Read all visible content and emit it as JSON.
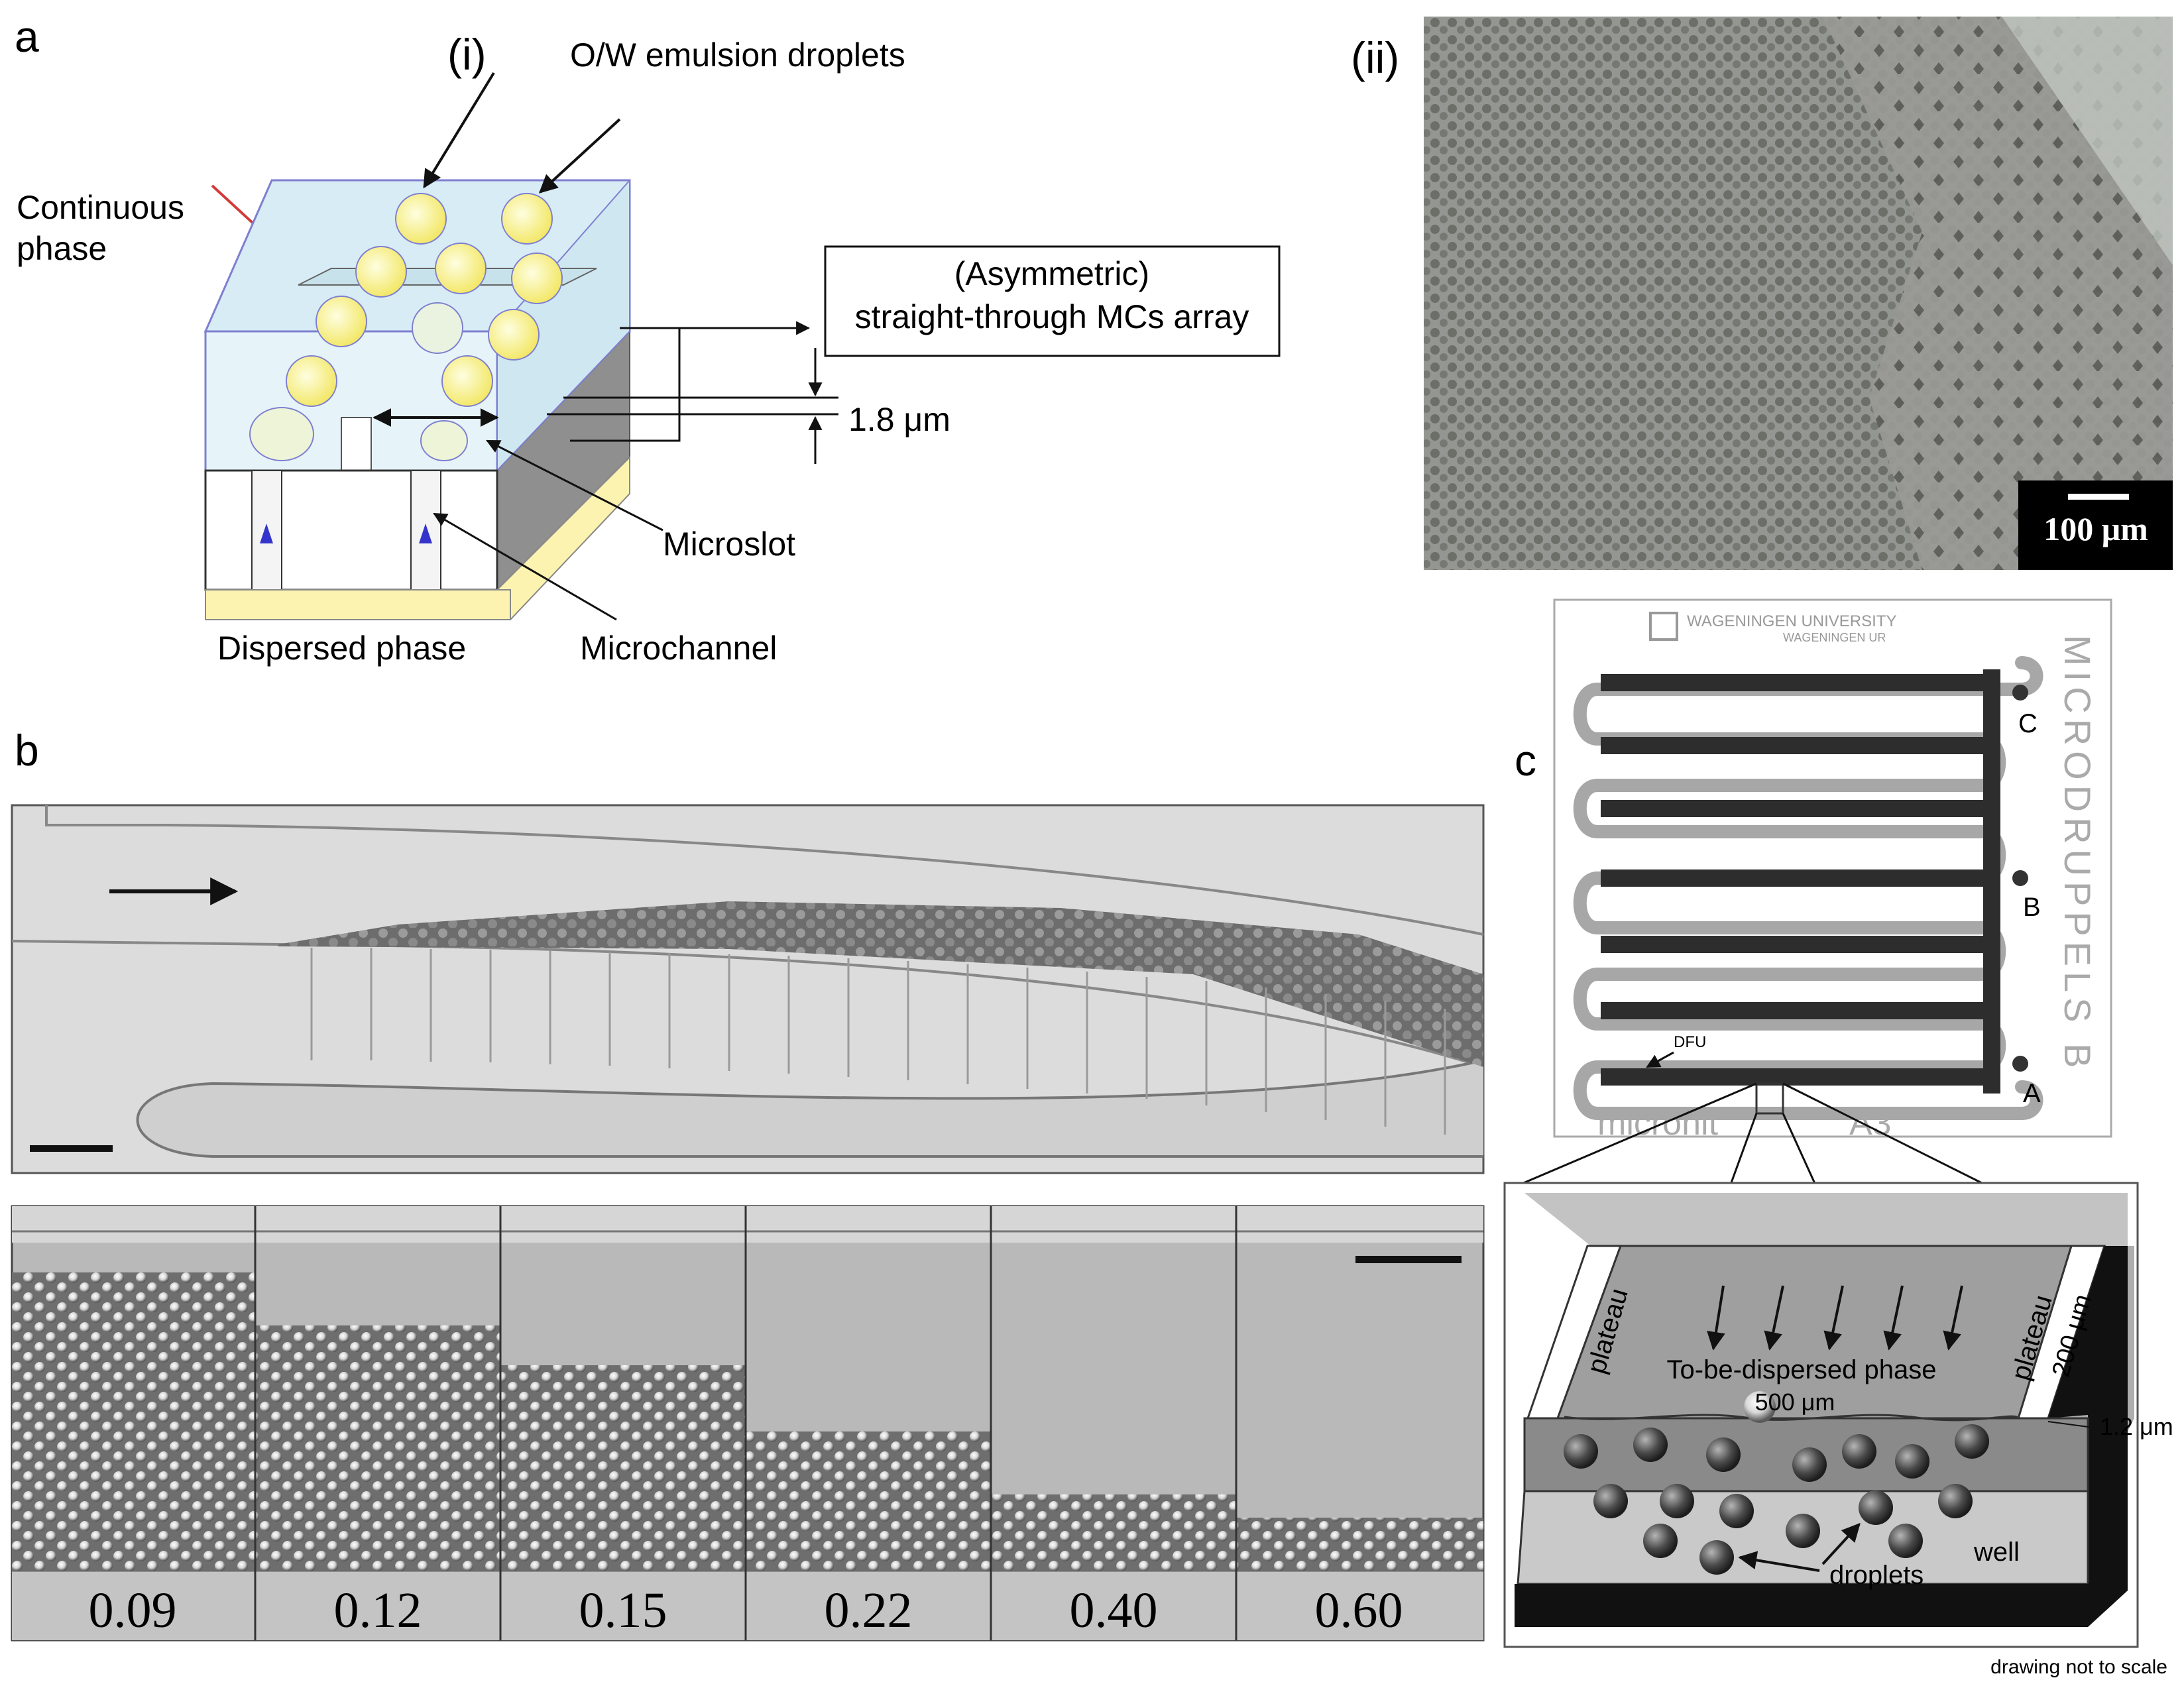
{
  "panel_labels": {
    "a": "a",
    "b": "b",
    "c": "c"
  },
  "panel_a": {
    "sub_i": "(i)",
    "sub_ii": "(ii)",
    "droplets_label": "O/W emulsion droplets",
    "continuous_phase": [
      "Continuous",
      "phase"
    ],
    "array_box": [
      "(Asymmetric)",
      "straight-through MCs array"
    ],
    "gap_label": "1.8 μm",
    "microslot": "Microslot",
    "microchannel": "Microchannel",
    "dispersed_phase": "Dispersed phase",
    "scale_bar": "100 μm"
  },
  "panel_b": {
    "frames": [
      "0.09",
      "0.12",
      "0.15",
      "0.22",
      "0.40",
      "0.60"
    ]
  },
  "panel_c": {
    "university": "WAGENINGEN UNIVERSITY",
    "university_sub": "WAGENINGEN UR",
    "chip_name": "MICRODRUPPELS B",
    "maker": "micronit",
    "chip_code": "A3",
    "point_a": "A",
    "point_b": "B",
    "point_c": "C",
    "dfu": "DFU",
    "plateau_left": "plateau",
    "plateau_right": "plateau",
    "dispersed": "To-be-dispersed phase",
    "dim_500": "500 μm",
    "dim_200": "200 μm",
    "dim_12": "1.2 μm",
    "well": "well",
    "droplets": "droplets",
    "note": "drawing not to scale"
  },
  "colors": {
    "cube_top": "#dbeef6",
    "droplet_fill": "#fbf8a6",
    "cube_edge": "#7f7fd0",
    "base_yellow": "#fdf3b0",
    "arrow_red": "#d33a3a",
    "photo_gray": "#8f8f8c"
  }
}
